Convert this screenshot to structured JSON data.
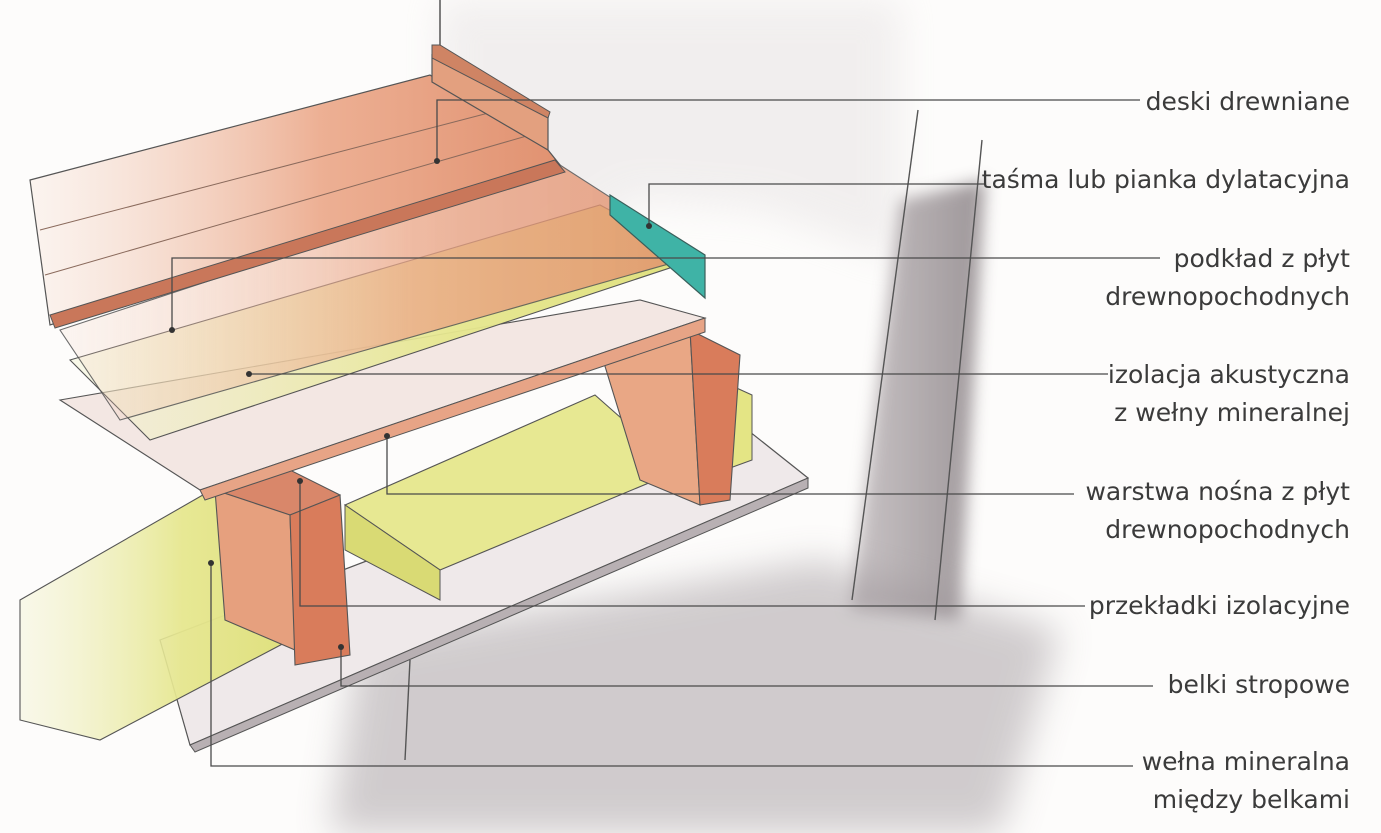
{
  "labels": [
    {
      "id": "boards",
      "lines": [
        "deski drewniane"
      ]
    },
    {
      "id": "tape",
      "lines": [
        "taśma lub pianka dylatacyjna"
      ]
    },
    {
      "id": "underlay",
      "lines": [
        "podkład z płyt",
        "drewnopochodnych"
      ]
    },
    {
      "id": "acoustic",
      "lines": [
        "izolacja akustyczna",
        "z wełny mineralnej"
      ]
    },
    {
      "id": "structural",
      "lines": [
        "warstwa nośna z płyt",
        "drewnopochodnych"
      ]
    },
    {
      "id": "spacers",
      "lines": [
        "przekładki izolacyjne"
      ]
    },
    {
      "id": "joists",
      "lines": [
        "belki stropowe"
      ]
    },
    {
      "id": "wool",
      "lines": [
        "wełna mineralna",
        "między belkami"
      ]
    }
  ],
  "colors": {
    "wood": "#e9a482",
    "wood_dark": "#c8704e",
    "insulation": "#e3e58f",
    "insulation_light": "#f1f1c6",
    "tape": "#3fb3a6",
    "wall_shadow": "#8e8589",
    "leader_line": "#4a4a4a",
    "text": "#3b3b3b"
  }
}
